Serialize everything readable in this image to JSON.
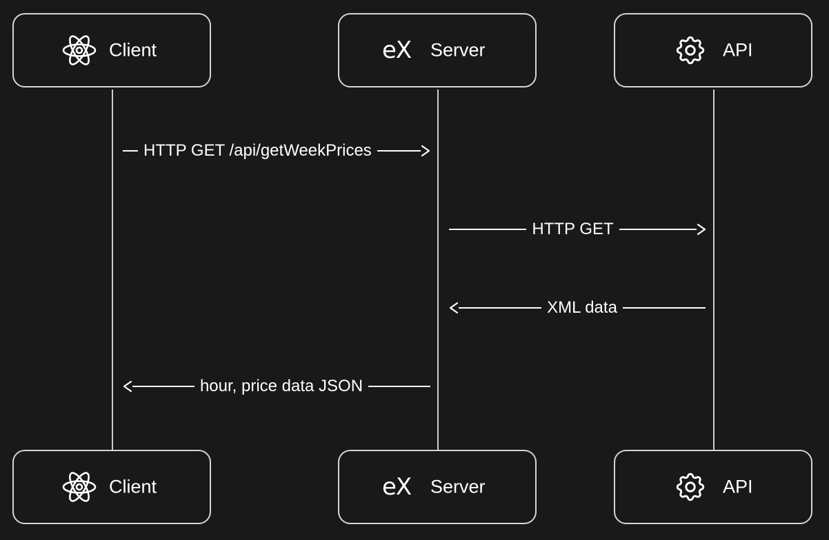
{
  "participants": {
    "client": {
      "label": "Client",
      "icon": "react-atom-icon"
    },
    "server": {
      "label": "Server",
      "icon": "express-ex-icon",
      "icon_text": "eX"
    },
    "api": {
      "label": "API",
      "icon": "gear-icon"
    }
  },
  "messages": [
    {
      "text": "HTTP GET /api/getWeekPrices",
      "from": "client",
      "to": "server"
    },
    {
      "text": "HTTP GET",
      "from": "server",
      "to": "api"
    },
    {
      "text": "XML data",
      "from": "api",
      "to": "server"
    },
    {
      "text": "hour, price data JSON",
      "from": "server",
      "to": "client"
    }
  ],
  "colors": {
    "background": "#191919",
    "box_border": "#d6d6d6",
    "lifeline": "#cfcfcf",
    "text": "#ffffff"
  }
}
